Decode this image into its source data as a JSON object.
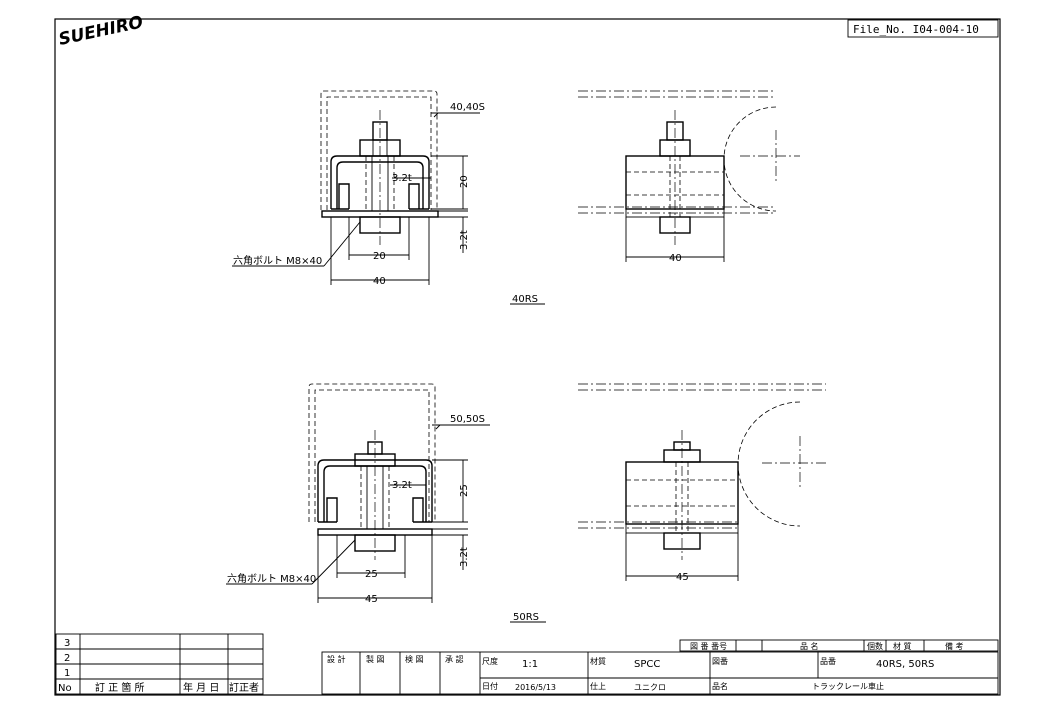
{
  "header": {
    "logo_text": "SUEHIRO",
    "file_no": "File_No. I04-004-10"
  },
  "drawings": {
    "d40": {
      "label": "40RS",
      "rail_callout": "40,40S",
      "thickness_callout": "3.2t",
      "height_dim": "20",
      "plate_dim": "3.2t",
      "inner_width_dim": "20",
      "outer_width_dim": "40",
      "side_width_dim": "40",
      "bolt_callout": "六角ボルト M8×40"
    },
    "d50": {
      "label": "50RS",
      "rail_callout": "50,50S",
      "thickness_callout": "3.2t",
      "height_dim": "25",
      "plate_dim": "3.2t",
      "inner_width_dim": "25",
      "outer_width_dim": "45",
      "side_width_dim": "45",
      "bolt_callout": "六角ボルト M8×40"
    }
  },
  "revision_block": {
    "rows": [
      "3",
      "2",
      "1"
    ],
    "header_no": "No",
    "header_content": "訂 正 箇 所",
    "header_date": "年 月 日",
    "header_person": "訂正者"
  },
  "title_block": {
    "approvals": [
      "設 計",
      "製 図",
      "検 図",
      "承 認"
    ],
    "scale_label": "尺度",
    "scale_value": "1:1",
    "date_label": "日付",
    "date_value": "2016/5/13",
    "material_label": "材質",
    "material_value": "SPCC",
    "finish_label": "仕上",
    "finish_value": "ユニクロ",
    "drawing_no_label": "図番",
    "part_no_label": "品番",
    "part_no_value": "40RS, 50RS",
    "part_name_label": "品名",
    "part_name_value": "トラックレール車止",
    "parts_list_headers": [
      "図 番 番号",
      "品 名",
      "個数",
      "材 質",
      "備 考"
    ]
  }
}
